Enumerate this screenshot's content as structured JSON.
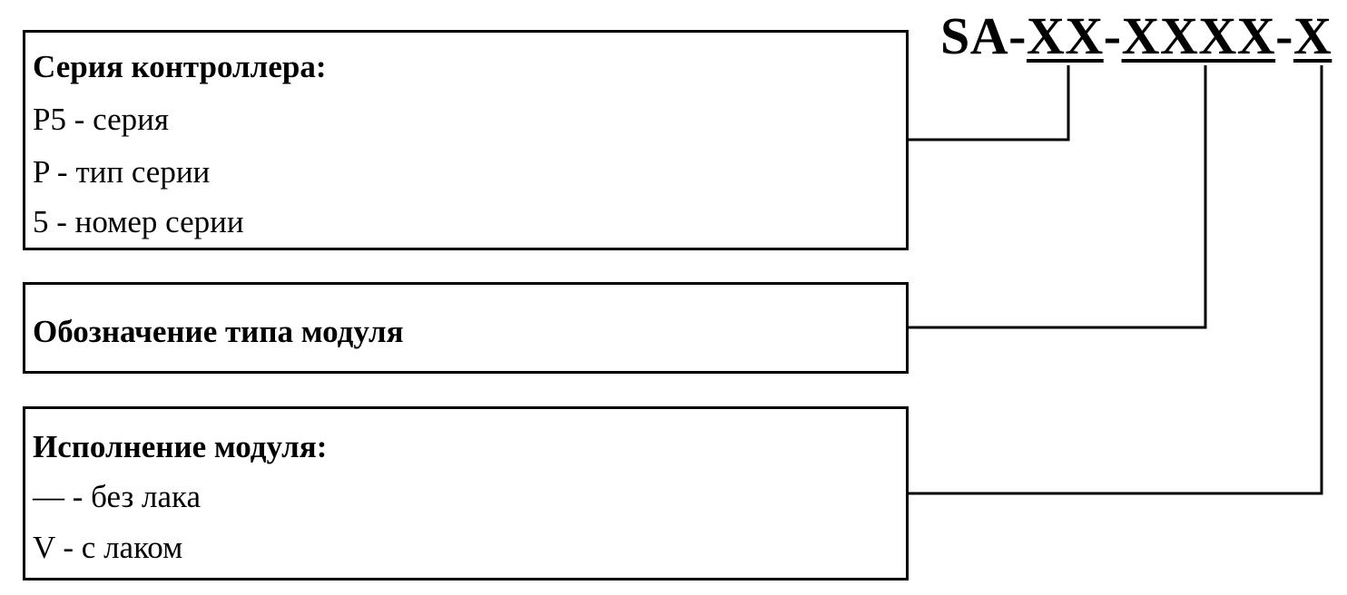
{
  "code": {
    "prefix": "SA-",
    "seg1": "XX",
    "sep1": "-",
    "seg2": "XXXX",
    "sep2": "-",
    "seg3": "X"
  },
  "series_box": {
    "title": "Серия контроллера:",
    "lines": [
      "P5 - серия",
      "P - тип серии",
      "5 - номер серии"
    ]
  },
  "type_box": {
    "title": "Обозначение типа модуля"
  },
  "execution_box": {
    "title": "Исполнение модуля:",
    "lines": [
      "— - без лака",
      "V - с лаком"
    ]
  },
  "colors": {
    "line": "#000000",
    "background": "#ffffff"
  }
}
